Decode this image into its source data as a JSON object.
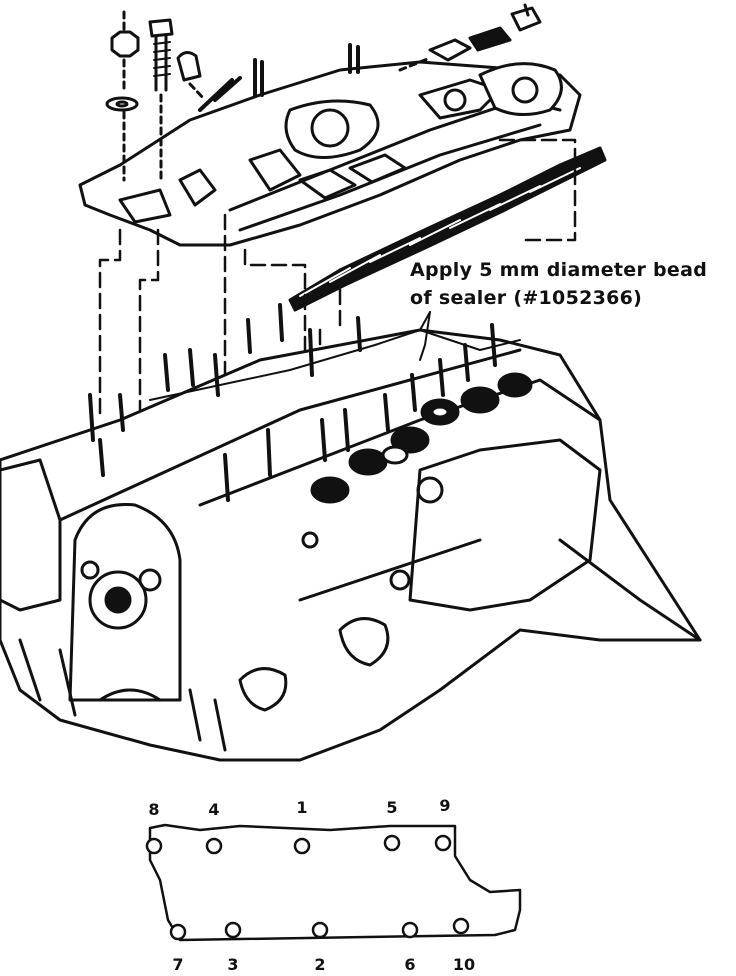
{
  "callout": {
    "line1": "Apply 5 mm diameter bead",
    "line2": "of sealer (#1052366)"
  },
  "bolt_sequence": {
    "top_row": [
      "8",
      "4",
      "1",
      "5",
      "9"
    ],
    "bottom_row": [
      "7",
      "3",
      "2",
      "6",
      "10"
    ]
  }
}
